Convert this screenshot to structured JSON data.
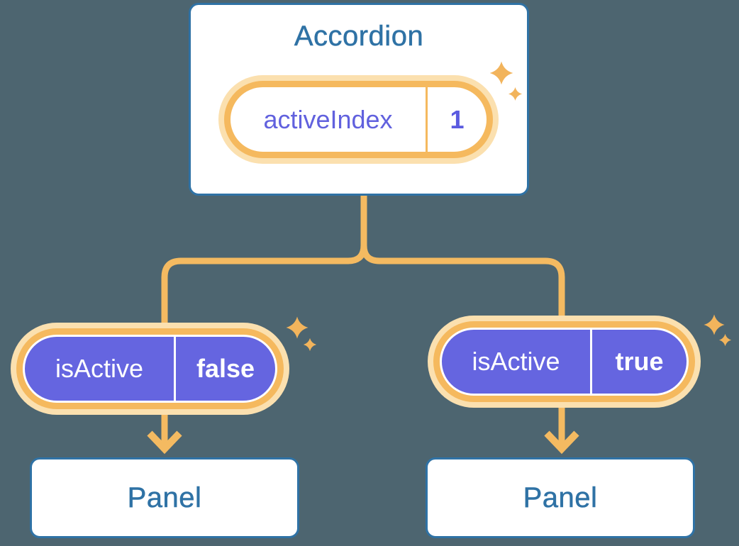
{
  "diagram": {
    "root": {
      "title": "Accordion",
      "state": {
        "label": "activeIndex",
        "value": "1"
      }
    },
    "children": [
      {
        "prop": {
          "label": "isActive",
          "value": "false"
        },
        "panel": {
          "title": "Panel"
        }
      },
      {
        "prop": {
          "label": "isActive",
          "value": "true"
        },
        "panel": {
          "title": "Panel"
        }
      }
    ],
    "icons": {
      "sparkle": "sparkle-icon"
    },
    "colors": {
      "background": "#4D6570",
      "component_border": "#2F72A5",
      "component_text": "#2F72A5",
      "connector_orange": "#F4BA61",
      "highlight_ring": "#F5B95E",
      "highlight_glow": "#FBE0AF",
      "sparkle": "#F2B45C",
      "prop_pill_purple": "#6565E0",
      "state_label_purple": "#6161DE",
      "state_value_purple": "#5B5BE0",
      "pill_text_white": "#FFFFFF"
    }
  }
}
